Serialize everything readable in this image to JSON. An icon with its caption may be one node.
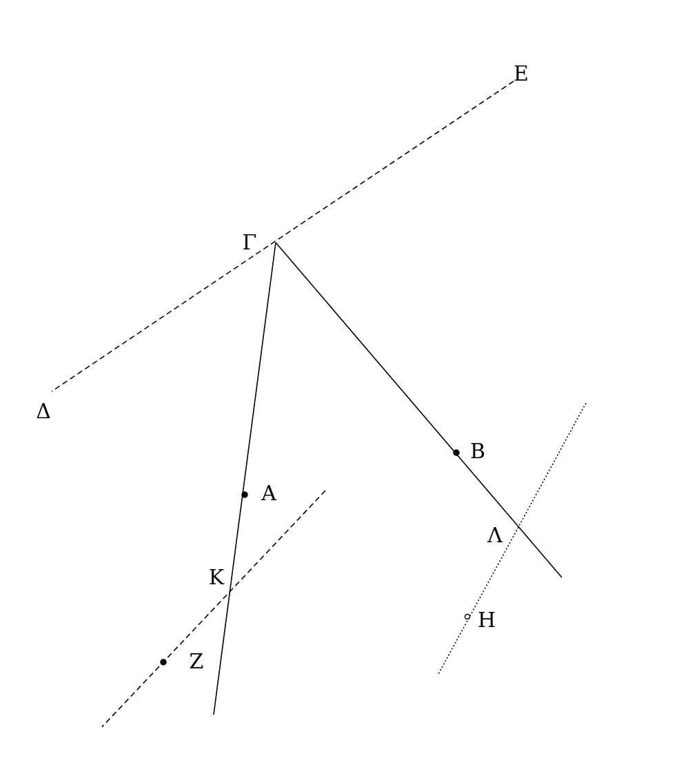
{
  "diagram": {
    "labels": [
      "Ε",
      "Γ",
      "Δ",
      "Β",
      "Α",
      "Λ",
      "Κ",
      "Η",
      "Ζ"
    ]
  }
}
